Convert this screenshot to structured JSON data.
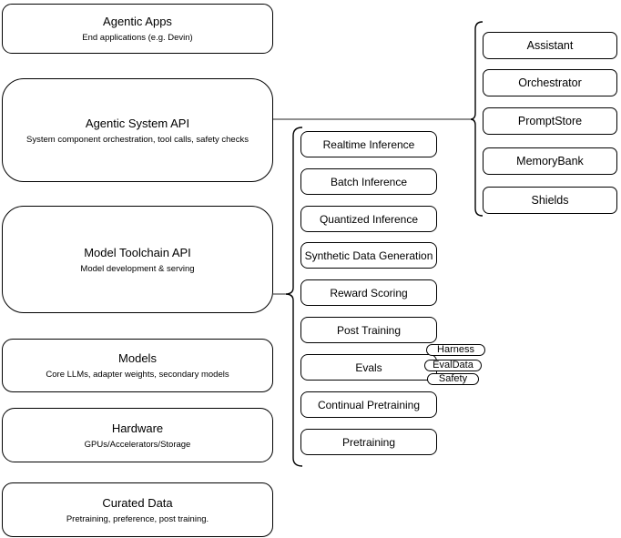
{
  "diagram": {
    "left_stack": [
      {
        "title": "Agentic Apps",
        "subtitle": "End applications (e.g. Devin)"
      },
      {
        "title": "Agentic System API",
        "subtitle": "System component orchestration, tool calls, safety checks"
      },
      {
        "title": "Model Toolchain API",
        "subtitle": "Model development & serving"
      },
      {
        "title": "Models",
        "subtitle": "Core LLMs, adapter weights, secondary models"
      },
      {
        "title": "Hardware",
        "subtitle": "GPUs/Accelerators/Storage"
      },
      {
        "title": "Curated Data",
        "subtitle": "Pretraining, preference, post training."
      }
    ],
    "toolchain_items": [
      "Realtime Inference",
      "Batch Inference",
      "Quantized Inference",
      "Synthetic Data Generation",
      "Reward Scoring",
      "Post Training",
      "Evals",
      "Continual Pretraining",
      "Pretraining"
    ],
    "eval_tags": [
      "Harness",
      "EvalData",
      "Safety"
    ],
    "system_components": [
      "Assistant",
      "Orchestrator",
      "PromptStore",
      "MemoryBank",
      "Shields"
    ],
    "colors": {
      "stroke": "#000000",
      "connector": "#4d4d4d",
      "background": "#ffffff"
    }
  }
}
